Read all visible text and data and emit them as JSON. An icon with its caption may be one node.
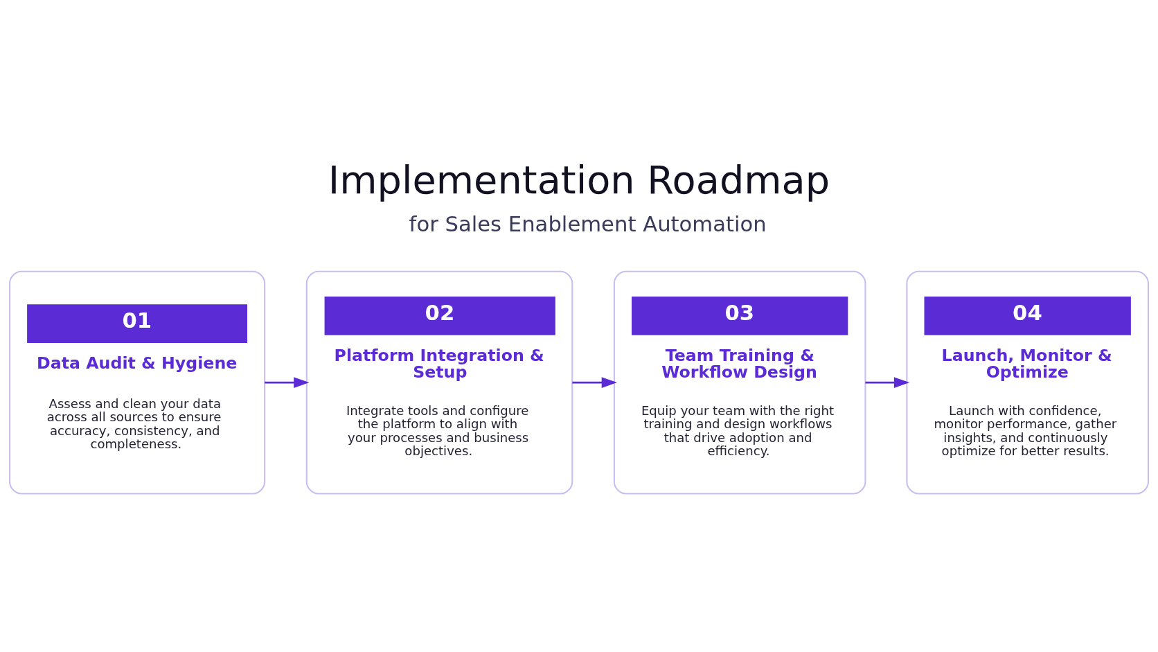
{
  "diagram": {
    "title": "Implementation Roadmap",
    "nodes": [
      {
        "text": [
          "01",
          "Data Audit & Hygiene",
          "Assess and clean your data across all sources to ensure accuracy, consistency, and completeness."
        ]
      },
      {
        "text": [
          "02",
          "Platform Integration & Setup",
          "Integrate tools and configure the platform to align with your processes and business objectives."
        ]
      },
      {
        "text": [
          "03",
          "Team Training & Workflow Design",
          "Equip your team with the right training and design workflows that drive adoption and efficiency."
        ]
      },
      {
        "text": [
          "04",
          "Launch, Monitor & Optimize",
          "Launch with confidence, monitor performance, gather insights, and continuously optimize for better results."
        ]
      }
    ],
    "edges": [
      {
        "from": 0,
        "to": 1,
        "arrow": "to"
      },
      {
        "from": 1,
        "to": 2,
        "arrow": "to"
      },
      {
        "from": 2,
        "to": 3,
        "arrow": "to"
      }
    ],
    "labels": [
      "for Sales Enablement Automation"
    ]
  }
}
